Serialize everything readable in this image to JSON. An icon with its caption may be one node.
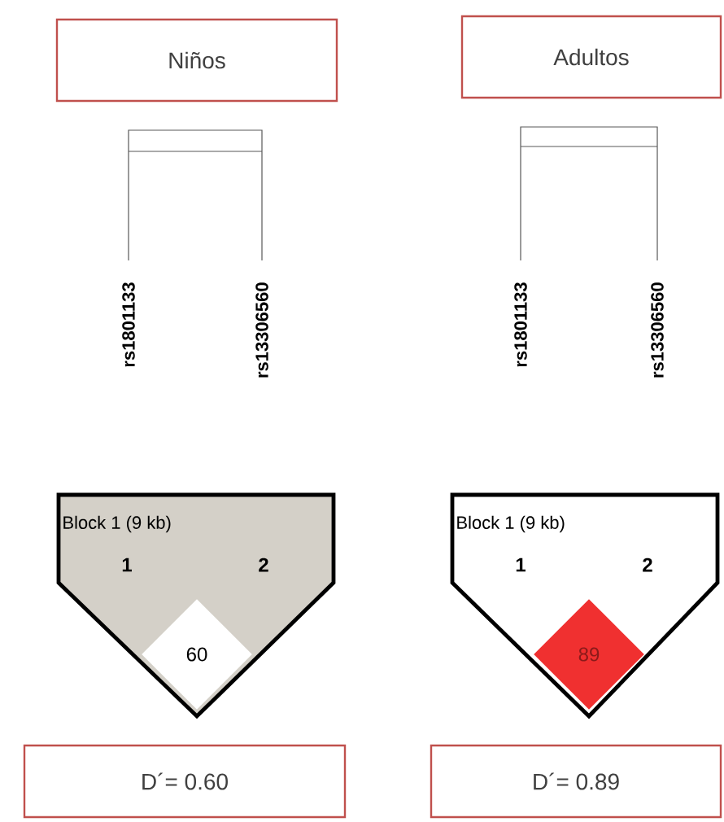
{
  "diagram": {
    "nodes": [
      {
        "text": [
          "Niños"
        ]
      },
      {
        "text": [
          "Block 1 (9 kb)",
          "1",
          "2"
        ]
      },
      {
        "text": [
          "60"
        ],
        "in": 1
      },
      {
        "text": [
          "D´= 0.60"
        ]
      },
      {
        "text": [
          "Adultos"
        ]
      },
      {
        "text": [
          "Block 1 (9 kb)",
          "1",
          "2"
        ]
      },
      {
        "text": [
          "89"
        ],
        "in": 5
      },
      {
        "text": [
          "D´= 0.89"
        ]
      }
    ],
    "labels": [
      "rs1801133",
      "rs13306560",
      "rs1801133",
      "rs13306560"
    ]
  }
}
